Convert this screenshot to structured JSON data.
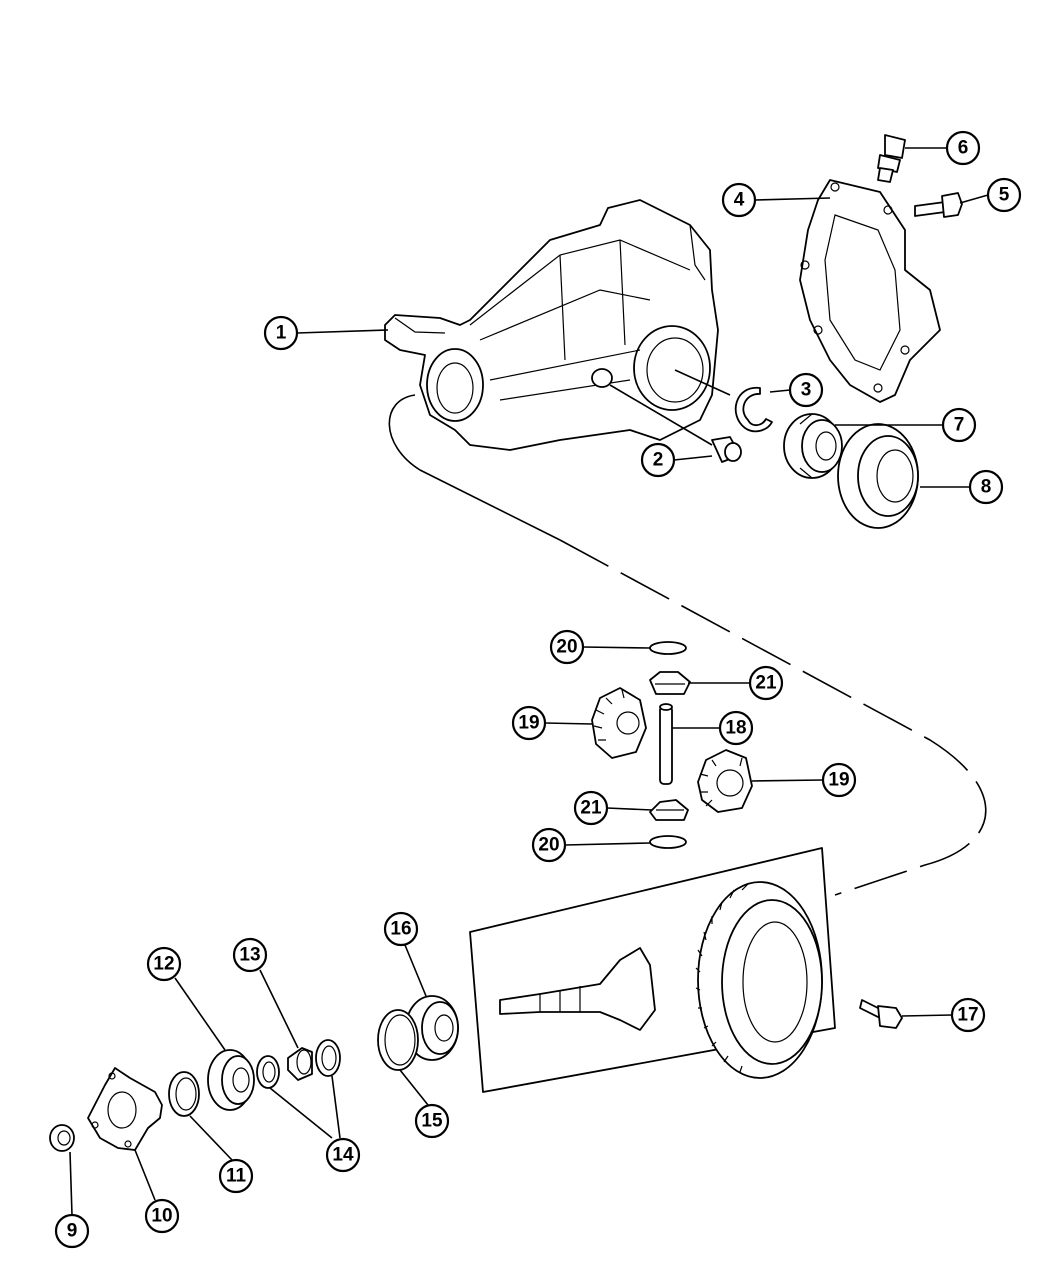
{
  "diagram": {
    "callouts": [
      {
        "id": "c1",
        "label": "1"
      },
      {
        "id": "c2",
        "label": "2"
      },
      {
        "id": "c3",
        "label": "3"
      },
      {
        "id": "c4",
        "label": "4"
      },
      {
        "id": "c5",
        "label": "5"
      },
      {
        "id": "c6",
        "label": "6"
      },
      {
        "id": "c7",
        "label": "7"
      },
      {
        "id": "c8",
        "label": "8"
      },
      {
        "id": "c9",
        "label": "9"
      },
      {
        "id": "c10",
        "label": "10"
      },
      {
        "id": "c11",
        "label": "11"
      },
      {
        "id": "c12",
        "label": "12"
      },
      {
        "id": "c13",
        "label": "13"
      },
      {
        "id": "c14",
        "label": "14"
      },
      {
        "id": "c15",
        "label": "15"
      },
      {
        "id": "c16",
        "label": "16"
      },
      {
        "id": "c17",
        "label": "17"
      },
      {
        "id": "c18",
        "label": "18"
      },
      {
        "id": "c19a",
        "label": "19"
      },
      {
        "id": "c19b",
        "label": "19"
      },
      {
        "id": "c20a",
        "label": "20"
      },
      {
        "id": "c20b",
        "label": "20"
      },
      {
        "id": "c21a",
        "label": "21"
      },
      {
        "id": "c21b",
        "label": "21"
      }
    ]
  }
}
